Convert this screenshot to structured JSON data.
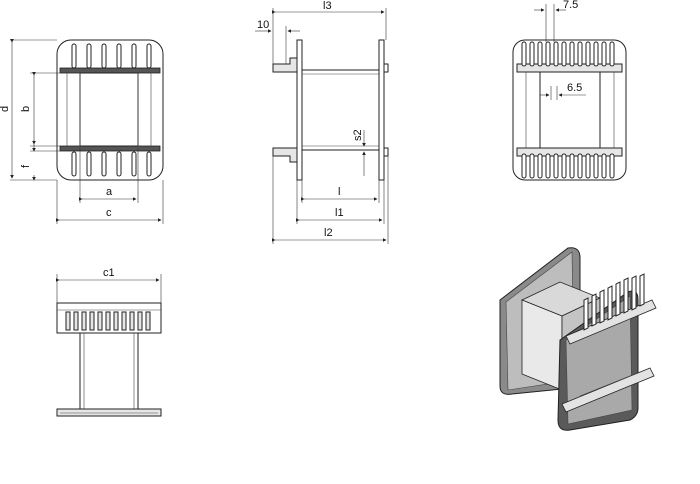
{
  "views": {
    "front": {
      "dims": {
        "d": "d",
        "b": "b",
        "f": "f",
        "a": "a",
        "c": "c"
      }
    },
    "side": {
      "dims": {
        "l3": "l3",
        "ten": "10",
        "s2": "s2",
        "l": "l",
        "l1": "l1",
        "l2": "l2"
      }
    },
    "rear": {
      "dims": {
        "p75": "7.5",
        "p65": "6.5"
      }
    },
    "bottom": {
      "dims": {
        "c1": "c1"
      }
    }
  },
  "colors": {
    "line": "#222222",
    "shade_light": "#e6e6e6",
    "shade_dark": "#555555"
  }
}
